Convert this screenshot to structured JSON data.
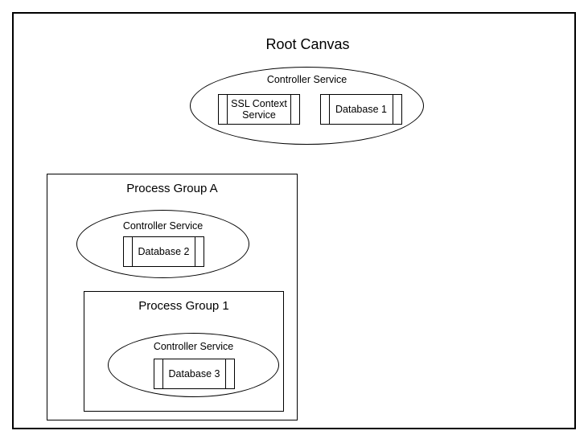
{
  "diagram": {
    "colors": {
      "line": "#000000",
      "background": "#ffffff",
      "text": "#000000"
    },
    "root": {
      "title": "Root Canvas",
      "controller_service": {
        "label": "Controller Service",
        "services": [
          {
            "label": "SSL Context Service"
          },
          {
            "label": "Database 1"
          }
        ]
      },
      "process_group_a": {
        "title": "Process Group A",
        "controller_service": {
          "label": "Controller Service",
          "services": [
            {
              "label": "Database 2"
            }
          ]
        },
        "process_group_1": {
          "title": "Process Group 1",
          "controller_service": {
            "label": "Controller Service",
            "services": [
              {
                "label": "Database 3"
              }
            ]
          }
        }
      }
    }
  }
}
